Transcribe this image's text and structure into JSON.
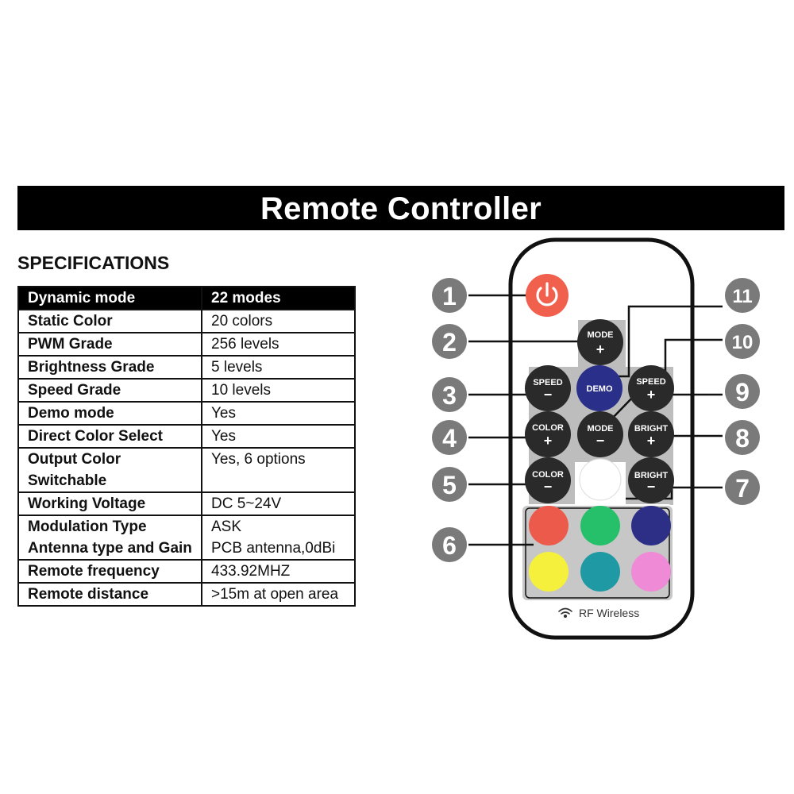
{
  "title": "Remote Controller",
  "specs": {
    "heading": "SPECIFICATIONS",
    "rows": [
      {
        "key": "Dynamic mode",
        "value": "22 modes"
      },
      {
        "key": "Static Color",
        "value": "20 colors"
      },
      {
        "key": "PWM Grade",
        "value": "256 levels"
      },
      {
        "key": "Brightness Grade",
        "value": "5 levels"
      },
      {
        "key": "Speed Grade",
        "value": "10 levels"
      },
      {
        "key": "Demo mode",
        "value": "Yes"
      },
      {
        "key": "Direct Color Select",
        "value": "Yes"
      },
      {
        "key_lines": [
          "Output Color",
          "Switchable"
        ],
        "value": "Yes, 6 options"
      },
      {
        "key": "Working Voltage",
        "value": "DC 5~24V"
      },
      {
        "key_lines": [
          "Modulation Type",
          "Antenna type and Gain"
        ],
        "value_lines": [
          "ASK",
          "PCB antenna,0dBi"
        ]
      },
      {
        "key": "Remote frequency",
        "value": "433.92MHZ"
      },
      {
        "key": "Remote distance",
        "value": ">15m at open area"
      }
    ]
  },
  "remote": {
    "buttons": {
      "mode_plus": {
        "label": "MODE",
        "sign": "+"
      },
      "demo": {
        "label": "DEMO"
      },
      "speed_minus": {
        "label": "SPEED",
        "sign": "−"
      },
      "speed_plus": {
        "label": "SPEED",
        "sign": "+"
      },
      "color_plus": {
        "label": "COLOR",
        "sign": "+"
      },
      "mode_minus": {
        "label": "MODE",
        "sign": "−"
      },
      "bright_plus": {
        "label": "BRIGHT",
        "sign": "+"
      },
      "color_minus": {
        "label": "COLOR",
        "sign": "−"
      },
      "bright_minus": {
        "label": "BRIGHT",
        "sign": "−"
      }
    },
    "footer": "RF Wireless",
    "callouts": [
      "1",
      "2",
      "3",
      "4",
      "5",
      "6",
      "7",
      "8",
      "9",
      "10",
      "11"
    ],
    "colors": {
      "power": "#f0604d",
      "demo": "#2a2f8a",
      "key_dark": "#2a2a2a",
      "panel": "#bdbdbd",
      "callout": "#7a7a7a",
      "swatches": [
        "#ec5a4c",
        "#27c06a",
        "#2d2f86",
        "#f4f03c",
        "#1f9aa5",
        "#ef8ad6",
        "#ffffff"
      ]
    }
  }
}
